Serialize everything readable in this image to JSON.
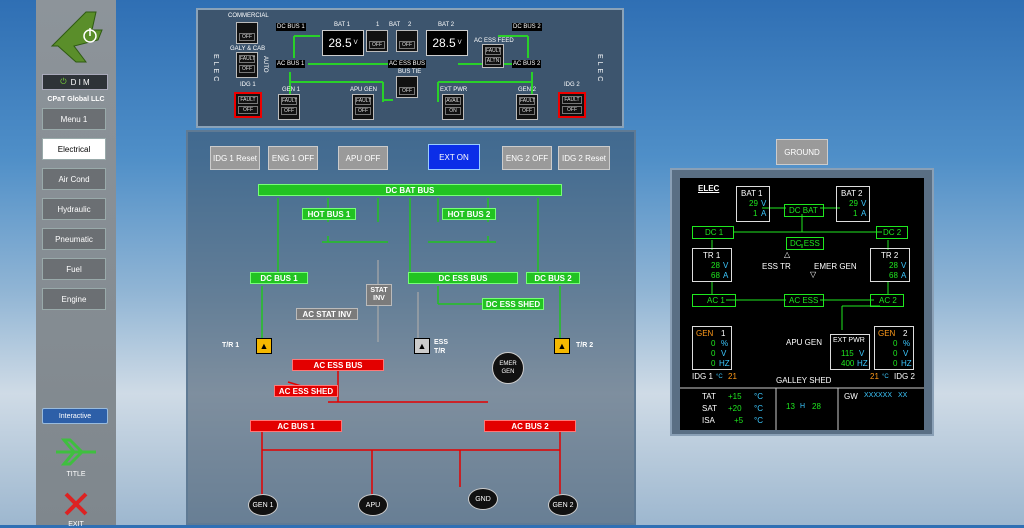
{
  "sidebar": {
    "dim_label": "D I M",
    "company": "CPaT Global LLC",
    "menu": [
      "Menu 1",
      "Electrical",
      "Air Cond",
      "Hydraulic",
      "Pneumatic",
      "Fuel",
      "Engine"
    ],
    "active": "Electrical",
    "interactive_label": "Interactive",
    "title_label": "TITLE",
    "exit_label": "EXIT"
  },
  "overhead": {
    "commercial": "COMMERCIAL",
    "galy_cab": "GALY & CAB",
    "elec": "ELEC",
    "dc_bus_1": "DC BUS 1",
    "dc_bus_2": "DC BUS 2",
    "bat_1": "BAT 1",
    "bat_2": "BAT 2",
    "bat": "BAT",
    "one": "1",
    "two": "2",
    "bat1_volts": "28.5",
    "bat2_volts": "28.5",
    "volt_unit": "V",
    "ac_ess_feed": "AC ESS FEED",
    "ac_bus_1": "AC BUS 1",
    "ac_bus_2": "AC BUS 2",
    "ac_ess_bus": "AC ESS BUS",
    "bus_tie": "BUS TIE",
    "idg_1": "IDG 1",
    "idg_2": "IDG 2",
    "gen_1": "GEN 1",
    "gen_2": "GEN 2",
    "apu_gen": "APU GEN",
    "ext_pwr": "EXT PWR",
    "off": "OFF",
    "fault": "FAULT",
    "altn": "ALTN",
    "avail": "AVAIL",
    "on": "ON",
    "auto": "AUTO"
  },
  "controls": {
    "idg1_reset": "IDG 1 Reset",
    "eng1_off": "ENG 1 OFF",
    "apu_off": "APU OFF",
    "ext_on": "EXT ON",
    "eng2_off": "ENG 2 OFF",
    "idg2_reset": "IDG 2 Reset",
    "ground": "GROUND"
  },
  "synoptic": {
    "dc_bat_bus": "DC BAT BUS",
    "hot_bus_1": "HOT BUS 1",
    "hot_bus_2": "HOT BUS 2",
    "dc_bus_1": "DC BUS 1",
    "dc_ess_bus": "DC ESS BUS",
    "dc_bus_2": "DC BUS 2",
    "stat_inv": "STAT INV",
    "dc_ess_shed": "DC ESS SHED",
    "ac_stat_inv": "AC STAT INV",
    "tr1": "T/R 1",
    "tr2": "T/R 2",
    "ess_tr": "ESS T/R",
    "emer_gen": "EMER GEN",
    "ac_ess_bus": "AC ESS BUS",
    "ac_ess_shed": "AC ESS SHED",
    "ac_bus_1": "AC BUS 1",
    "ac_bus_2": "AC BUS 2",
    "gen1": "GEN 1",
    "apu": "APU",
    "gnd": "GND",
    "gen2": "GEN 2"
  },
  "ecam": {
    "title": "ELEC",
    "bat1": {
      "label": "BAT 1",
      "volts": "29",
      "amps": "1",
      "v": "V",
      "a": "A"
    },
    "bat2": {
      "label": "BAT 2",
      "volts": "29",
      "amps": "1",
      "v": "V",
      "a": "A"
    },
    "dc_bat": "DC BAT",
    "dc1": "DC 1",
    "dc2": "DC 2",
    "dc_ess": "DC ESS",
    "tr1": {
      "label": "TR 1",
      "volts": "28",
      "amps": "68",
      "v": "V",
      "a": "A"
    },
    "tr2": {
      "label": "TR 2",
      "volts": "28",
      "amps": "68",
      "v": "V",
      "a": "A"
    },
    "ess_tr": "ESS TR",
    "emer_gen": "EMER GEN",
    "ac1": "AC 1",
    "ac_ess": "AC ESS",
    "ac2": "AC 2",
    "gen1": {
      "label": "GEN",
      "num": "1",
      "pct": "0",
      "volts": "0",
      "hz": "0"
    },
    "gen2": {
      "label": "GEN",
      "num": "2",
      "pct": "0",
      "volts": "0",
      "hz": "0"
    },
    "pct_u": "%",
    "v_u": "V",
    "hz_u": "HZ",
    "apu_gen": "APU GEN",
    "ext_pwr": {
      "label": "EXT PWR",
      "volts": "115",
      "hz": "400",
      "v": "V",
      "hz_u": "HZ"
    },
    "idg1": "IDG 1",
    "idg1_temp": "21",
    "idg2": "IDG 2",
    "idg2_temp": "21",
    "degc": "°C",
    "galley_shed": "GALLEY SHED",
    "tat": {
      "label": "TAT",
      "value": "+15",
      "unit": "°C"
    },
    "sat": {
      "label": "SAT",
      "value": "+20",
      "unit": "°C"
    },
    "isa": {
      "label": "ISA",
      "value": "+5",
      "unit": "°C"
    },
    "time_h": "13",
    "h": "H",
    "time_m": "28",
    "gw": "GW",
    "gw_val": "XXXXXX",
    "gw_unit": "XX"
  }
}
